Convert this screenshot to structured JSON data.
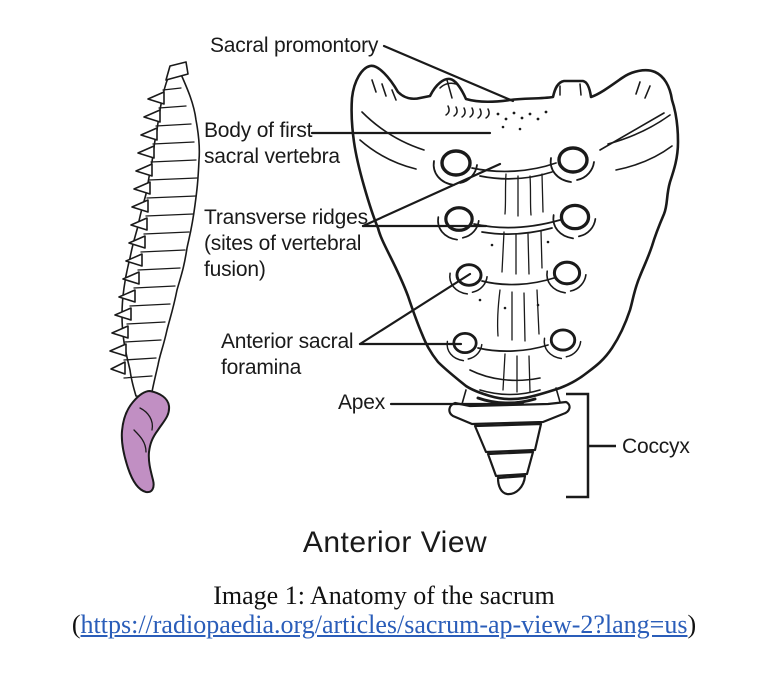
{
  "figure": {
    "labels": {
      "sacral_promontory": "Sacral promontory",
      "body_first_sacral": "Body of first\nsacral vertebra",
      "transverse_ridges": "Transverse ridges\n(sites of vertebral\nfusion)",
      "anterior_foramina": "Anterior sacral\nforamina",
      "apex": "Apex",
      "coccyx": "Coccyx"
    },
    "view_title": "Anterior View",
    "highlight_color": "#c18fc3",
    "line_color": "#1a1a1a"
  },
  "caption": {
    "title": "Image 1: Anatomy of the sacrum",
    "link_prefix": "(",
    "link_url": "https://radiopaedia.org/articles/sacrum-ap-view-2?lang=us",
    "link_suffix": ")",
    "link_color": "#2a5db9"
  }
}
